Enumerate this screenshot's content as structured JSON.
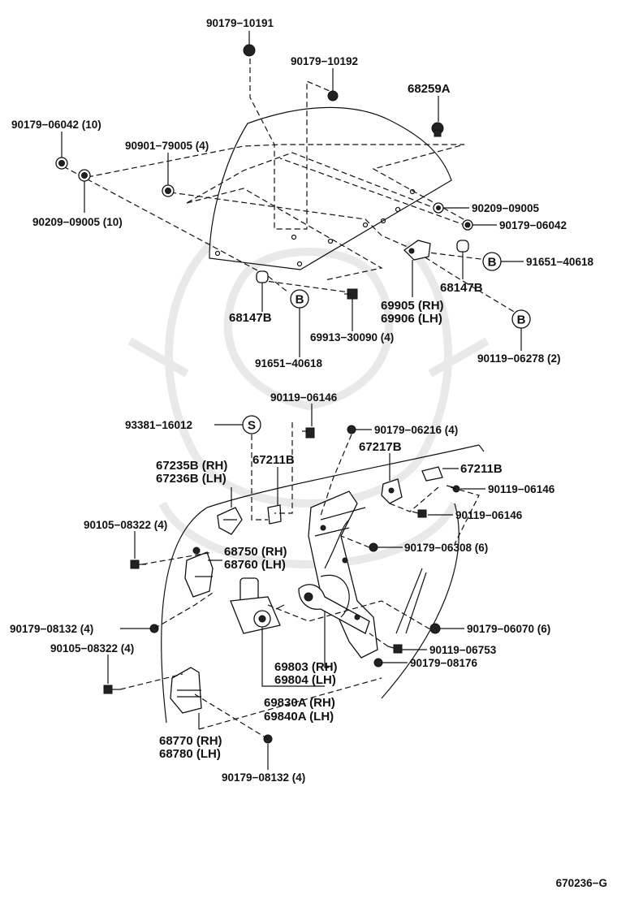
{
  "labels": {
    "p_90179_10191": "90179−10191",
    "p_90179_10192": "90179−10192",
    "p_68259A": "68259A",
    "p_90179_06042_10": "90179−06042 (10)",
    "p_90901_79005_4": "90901−79005 (4)",
    "p_90209_09005_10": "90209−09005 (10)",
    "p_90209_09005": "90209−09005",
    "p_90179_06042": "90179−06042",
    "p_91651_40618_r": "91651−40618",
    "p_68147B_r": "68147B",
    "p_68147B_l": "68147B",
    "p_69905": "69905 (RH)",
    "p_69906": "69906 (LH)",
    "p_69913_30090_4": "69913−30090 (4)",
    "p_91651_40618_c": "91651−40618",
    "p_90119_06278_2": "90119−06278 (2)",
    "p_90119_06146_top": "90119−06146",
    "p_93381_16012": "93381−16012",
    "p_90179_06216_4": "90179−06216 (4)",
    "p_67217B": "67217B",
    "p_67235B": "67235B (RH)",
    "p_67236B": "67236B (LH)",
    "p_67211B_l": "67211B",
    "p_67211B_r": "67211B",
    "p_90119_06146_r1": "90119−06146",
    "p_90119_06146_r2": "90119−06146",
    "p_90105_08322_4_a": "90105−08322 (4)",
    "p_68750": "68750 (RH)",
    "p_68760": "68760 (LH)",
    "p_90179_06308_6": "90179−06308 (6)",
    "p_90179_08132_4_a": "90179−08132 (4)",
    "p_90179_06070_6": "90179−06070 (6)",
    "p_90105_08322_4_b": "90105−08322 (4)",
    "p_90119_06753": "90119−06753",
    "p_90179_08176": "90179−08176",
    "p_69803": "69803 (RH)",
    "p_69804": "69804 (LH)",
    "p_69830A": "69830A (RH)",
    "p_69840A": "69840A (LH)",
    "p_68770": "68770 (RH)",
    "p_68780": "68780 (LH)",
    "p_90179_08132_4_b": "90179−08132 (4)",
    "figure_id": "670236−G"
  },
  "callouts": {
    "B1": "B",
    "B2": "B",
    "B3": "B",
    "S": "S"
  }
}
